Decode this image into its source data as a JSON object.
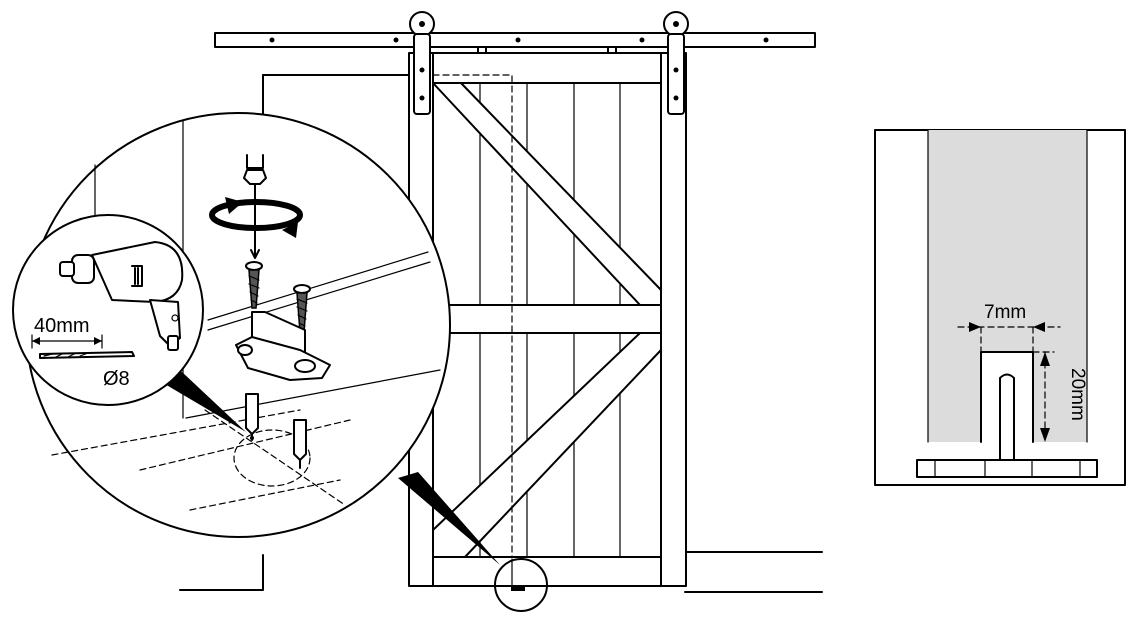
{
  "main_figure": {
    "callout_drill_depth": "40mm",
    "callout_drill_diameter": "Ø8"
  },
  "detail_figure": {
    "slot_width": "7mm",
    "slot_depth": "20mm",
    "slot_fill_color": "#dcdcdc"
  }
}
